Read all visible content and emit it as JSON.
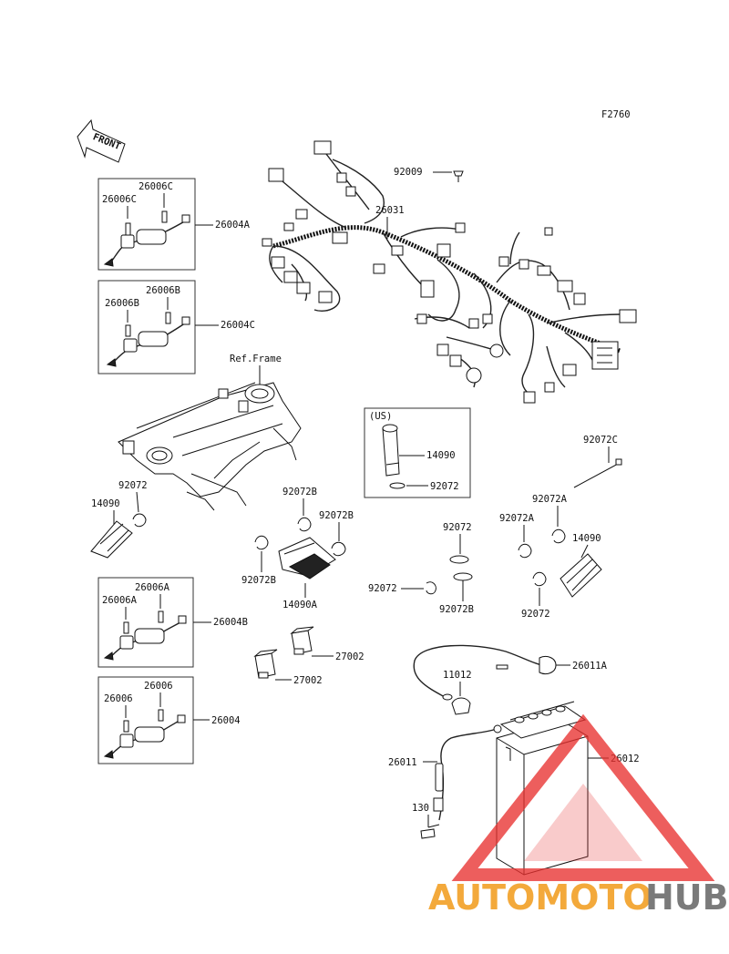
{
  "figure_code": "F2760",
  "front_arrow_text": "FRONT",
  "ref_frame_label": "Ref.Frame",
  "us_box_label": "(US)",
  "watermark": {
    "part1": "AUTOMOTO",
    "part2": "HUB",
    "color_orange": "#f3a93b",
    "color_gray": "#7a7a7a",
    "color_red": "#e8312f"
  },
  "parts": {
    "p92009": "92009",
    "p26031": "26031",
    "p26006C_a": "26006C",
    "p26006C_b": "26006C",
    "p26004A": "26004A",
    "p26006B_a": "26006B",
    "p26006B_b": "26006B",
    "p26004C": "26004C",
    "p14090_us": "14090",
    "p92072_us": "92072",
    "p92072C": "92072C",
    "p92072_left": "92072",
    "p14090_left": "14090",
    "p92072B_a": "92072B",
    "p92072B_b": "92072B",
    "p92072B_c": "92072B",
    "p14090A": "14090A",
    "p92072_m1": "92072",
    "p92072_m2": "92072",
    "p92072B_m": "92072B",
    "p92072A_a": "92072A",
    "p92072A_b": "92072A",
    "p14090_right": "14090",
    "p92072_right": "92072",
    "p26006A_a": "26006A",
    "p26006A_b": "26006A",
    "p26004B": "26004B",
    "p27002_a": "27002",
    "p27002_b": "27002",
    "p26006_a": "26006",
    "p26006_b": "26006",
    "p26004": "26004",
    "p26011A": "26011A",
    "p11012": "11012",
    "p26011": "26011",
    "p26012": "26012",
    "p130": "130"
  }
}
